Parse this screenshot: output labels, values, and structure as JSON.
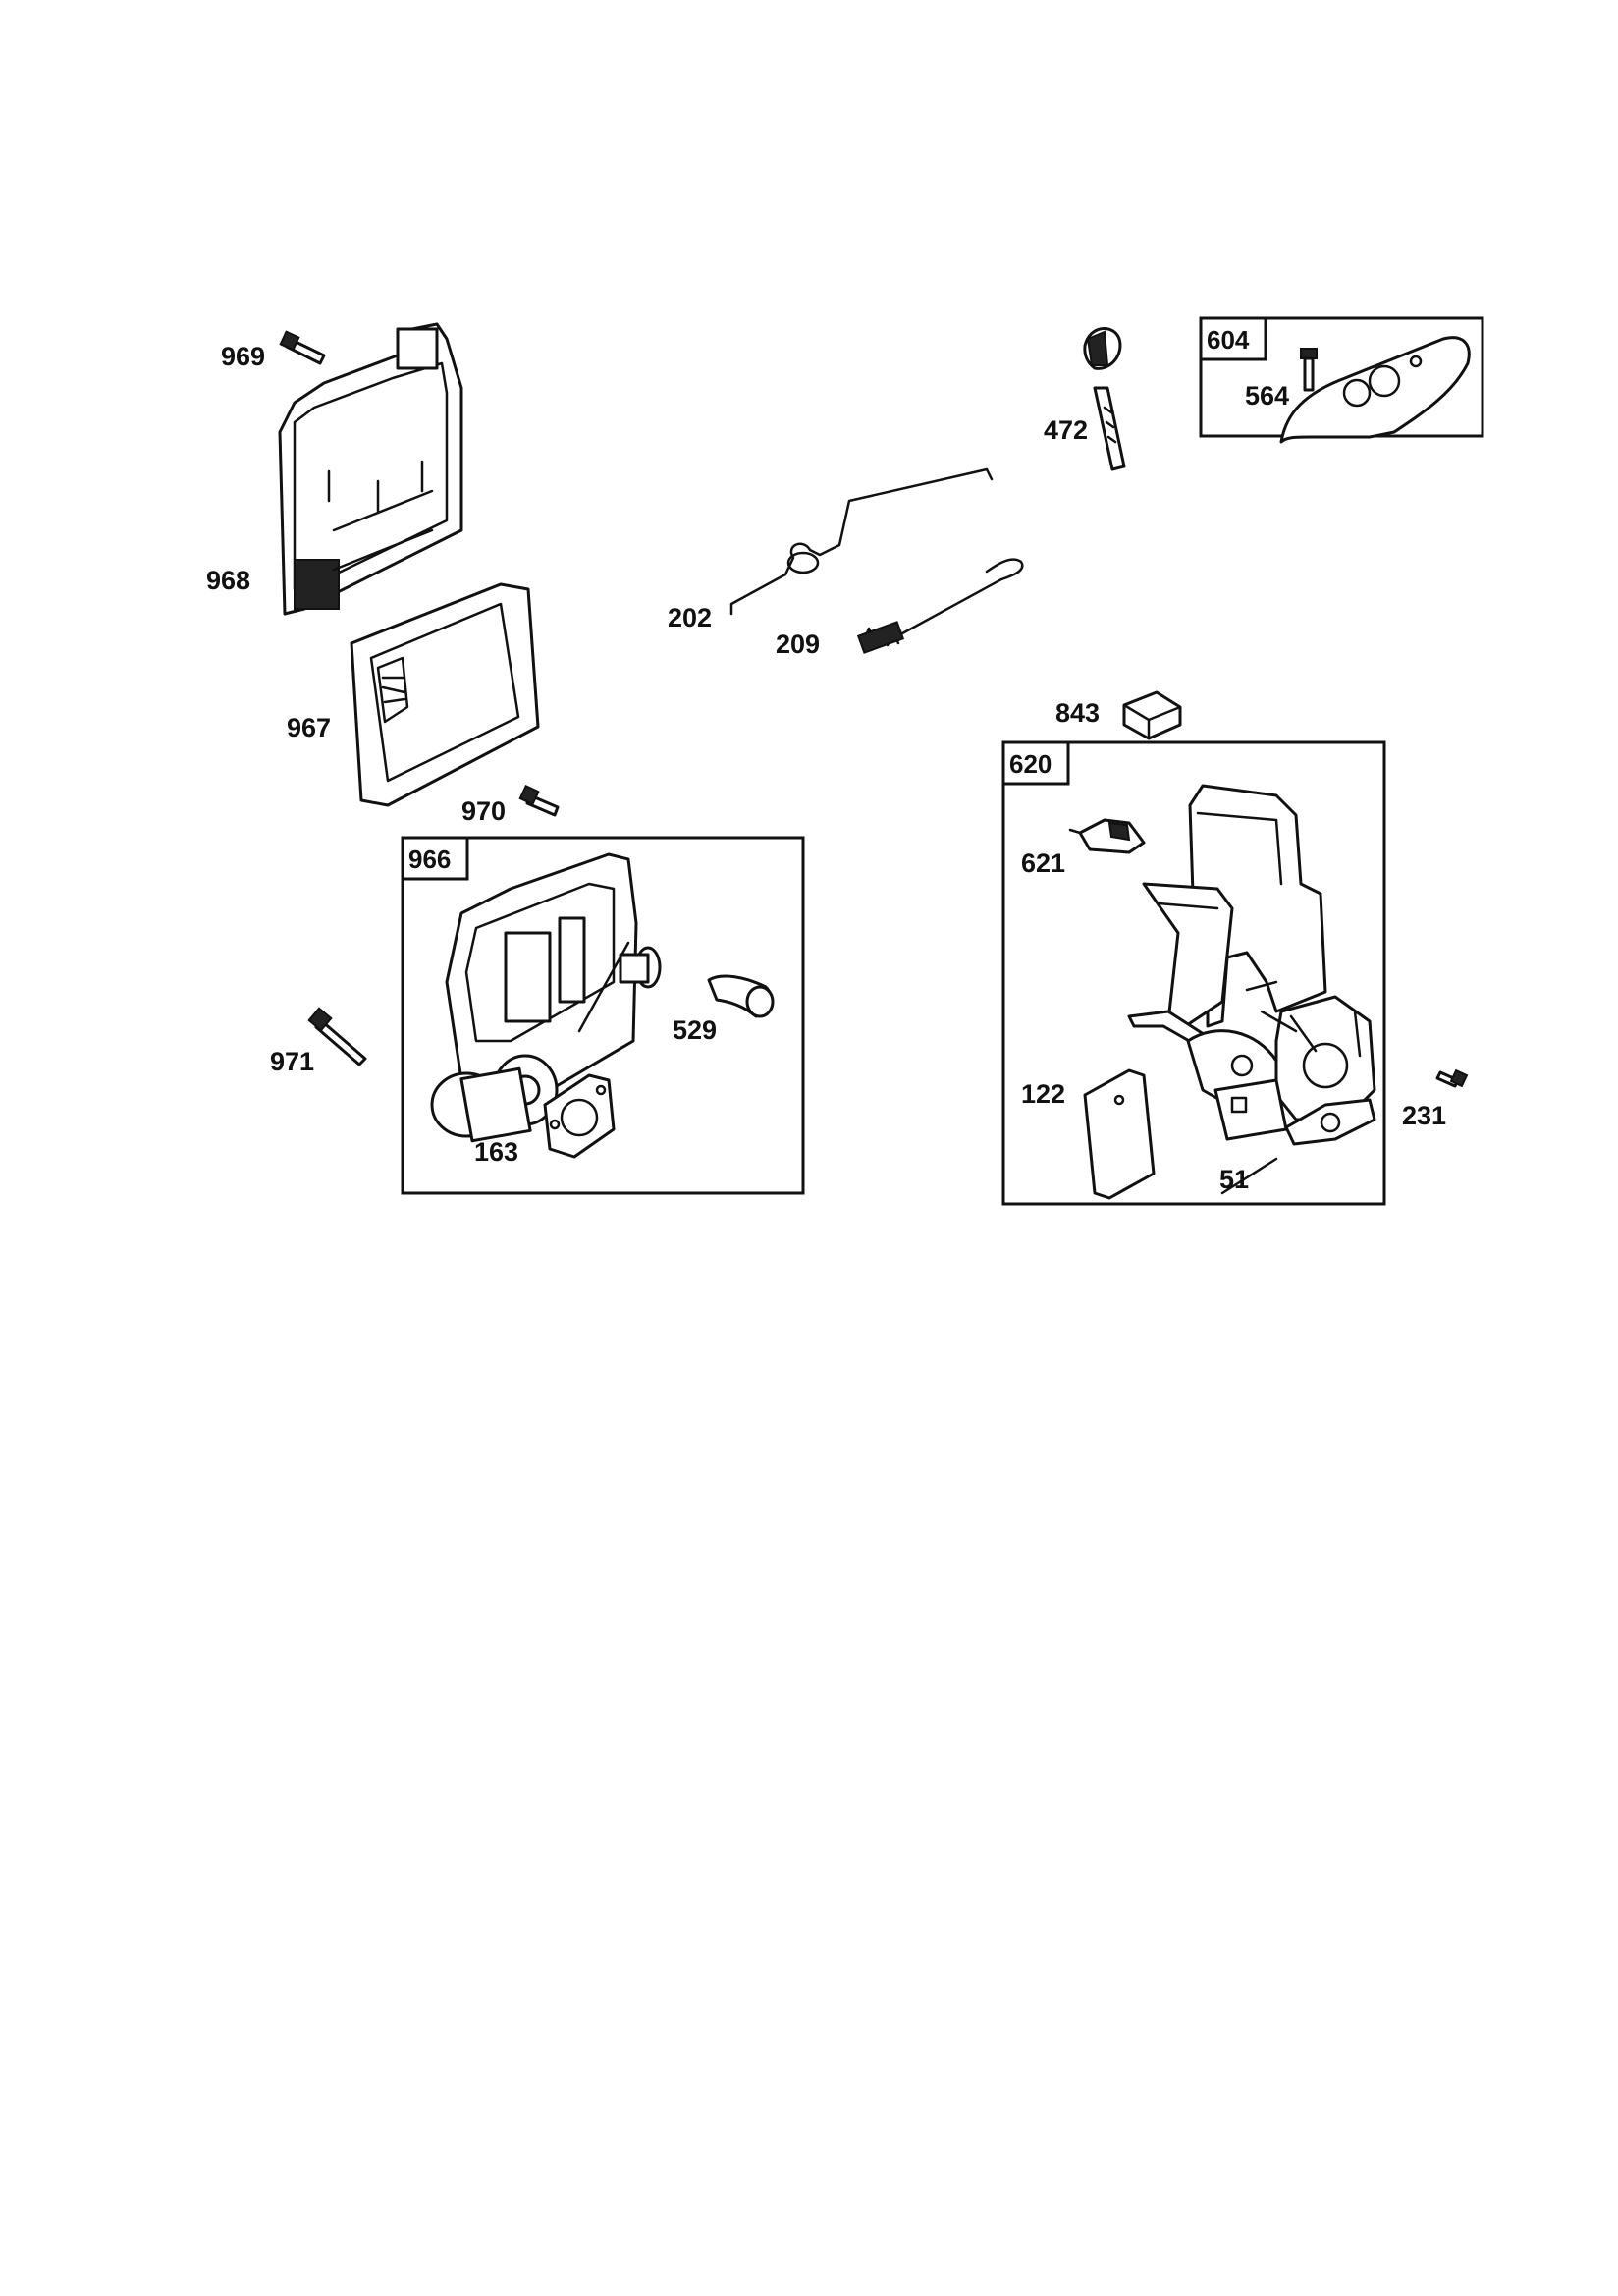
{
  "parts": {
    "p969": "969",
    "p968": "968",
    "p967": "967",
    "p970": "970",
    "p966": "966",
    "p971": "971",
    "p529": "529",
    "p163": "163",
    "p202": "202",
    "p209": "209",
    "p472": "472",
    "p604": "604",
    "p564": "564",
    "p843": "843",
    "p620": "620",
    "p621": "621",
    "p122": "122",
    "p231": "231",
    "p51": "51"
  }
}
